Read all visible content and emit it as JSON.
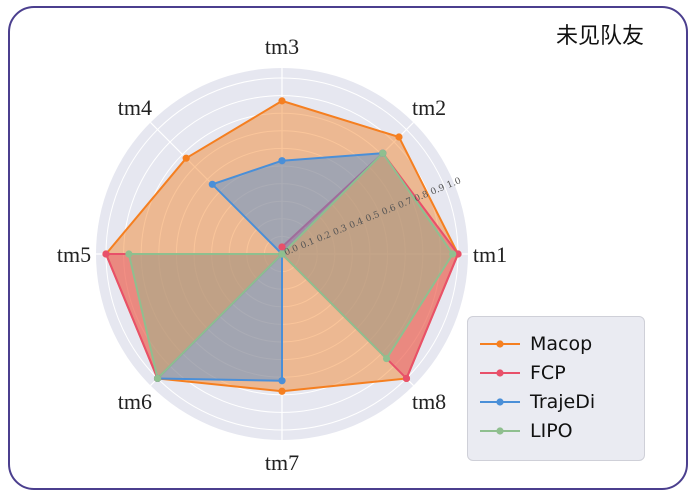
{
  "title": "未见队友",
  "chart_data": {
    "type": "radar",
    "title": "未见队友",
    "categories": [
      "tm1",
      "tm2",
      "tm3",
      "tm4",
      "tm5",
      "tm6",
      "tm7",
      "tm8"
    ],
    "rticks": [
      "0.0",
      "0.1",
      "0.2",
      "0.3",
      "0.4",
      "0.5",
      "0.6",
      "0.7",
      "0.8",
      "0.9",
      "1.0"
    ],
    "rlim": [
      0,
      1.0
    ],
    "legend_position": "bottom-right",
    "series": [
      {
        "name": "Macop",
        "color": "#f57f20",
        "values": [
          1.0,
          0.94,
          0.87,
          0.77,
          1.0,
          1.0,
          0.78,
          1.0
        ]
      },
      {
        "name": "FCP",
        "color": "#e8506a",
        "values": [
          1.0,
          0.81,
          0.04,
          0.0,
          1.0,
          1.0,
          0.0,
          1.0
        ]
      },
      {
        "name": "TrajeDi",
        "color": "#4a8fd8",
        "values": [
          0.0,
          0.81,
          0.53,
          0.56,
          0.0,
          1.0,
          0.72,
          0.0
        ]
      },
      {
        "name": "LIPO",
        "color": "#8fbf8f",
        "values": [
          0.97,
          0.81,
          0.0,
          0.0,
          0.87,
          1.0,
          0.0,
          0.84
        ]
      }
    ]
  }
}
